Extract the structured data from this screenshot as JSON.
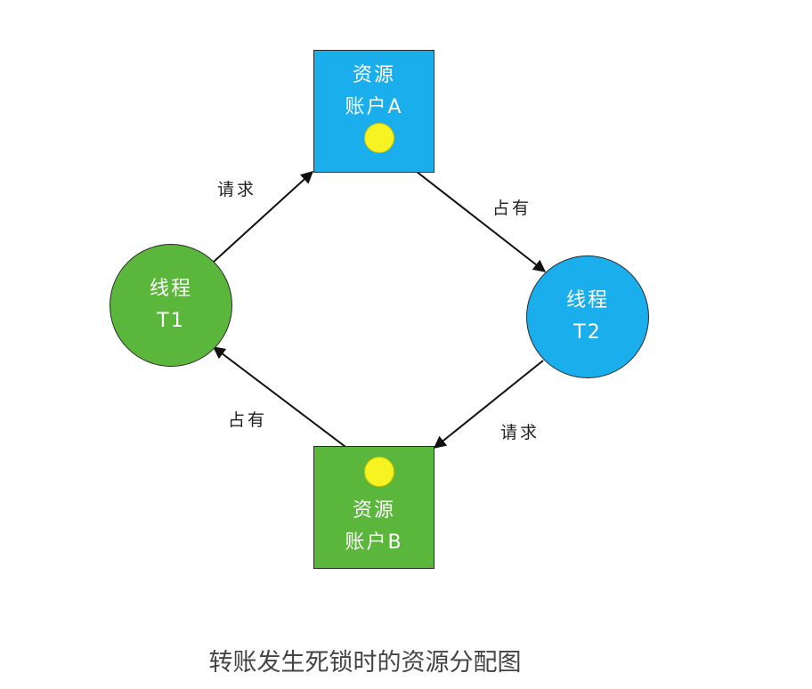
{
  "colors": {
    "blue": "#1aaeec",
    "green": "#5bb63c",
    "token": "#f7f322",
    "arrow": "#111111"
  },
  "resource_a": {
    "line1": "资源",
    "line2": "账户A",
    "color": "#1aaeec"
  },
  "resource_b": {
    "line1": "资源",
    "line2": "账户B",
    "color": "#5bb63c"
  },
  "thread_t1": {
    "line1": "线程",
    "line2": "T1",
    "color": "#5bb63c"
  },
  "thread_t2": {
    "line1": "线程",
    "line2": "T2",
    "color": "#1aaeec"
  },
  "edges": {
    "t1_request_a": "请求",
    "t2_hold_a": "占有",
    "t2_request_b": "请求",
    "t1_hold_b": "占有"
  },
  "caption": "转账发生死锁时的资源分配图"
}
